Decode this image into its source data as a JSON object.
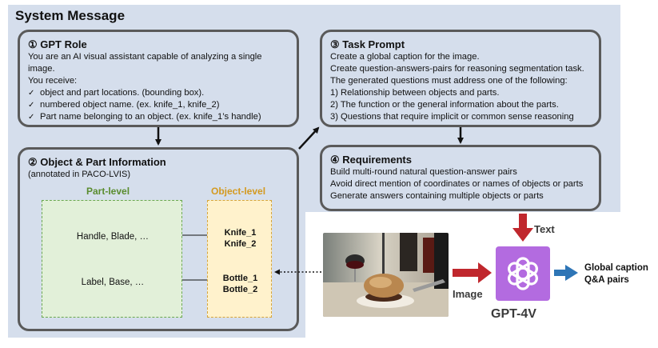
{
  "system_title": "System Message",
  "gpt_role": {
    "title": "① GPT Role",
    "intro": "You are an AI visual assistant capable of analyzing a single image.",
    "receive": "You receive:",
    "items": [
      "object and part locations. (bounding box).",
      "numbered object name. (ex. knife_1, knife_2)",
      "Part name belonging to an object. (ex. knife_1’s handle)"
    ]
  },
  "object_part": {
    "title": "② Object & Part Information",
    "subtitle": "(annotated in PACO-LVIS)",
    "part_level": "Part-level",
    "object_level": "Object-level",
    "parts": [
      "Handle, Blade, …",
      "Label, Base, …"
    ],
    "objects": [
      [
        "Knife_1",
        "Knife_2"
      ],
      [
        "Bottle_1",
        "Bottle_2"
      ]
    ]
  },
  "task_prompt": {
    "title": "③ Task Prompt",
    "lines": [
      "Create a global caption for the image.",
      "Create question-answers-pairs for reasoning segmentation task.",
      "The generated questions must address one of the following:",
      "1) Relationship between objects and parts.",
      "2) The function or the general information about the parts.",
      "3) Questions that require implicit or common sense reasoning"
    ]
  },
  "requirements": {
    "title": "④ Requirements",
    "lines": [
      "Build multi-round natural question-answer pairs",
      "Avoid direct mention of coordinates or names of objects or parts",
      "Generate answers containing multiple objects or parts"
    ]
  },
  "labels": {
    "text": "Text",
    "image": "Image",
    "gpt": "GPT-4V",
    "output_1": "Global caption",
    "output_2": "Q&A pairs"
  },
  "colors": {
    "background_panel": "#d5deec",
    "box_border": "#5a5a5a",
    "part_fill": "#e2f0d9",
    "part_label": "#5a8c2e",
    "object_fill": "#fff2cc",
    "object_label": "#d49a20",
    "arrow_red": "#c0272d",
    "arrow_blue": "#2e75b6",
    "gpt_bg": "#b36be0"
  },
  "icons": [
    "gpt-logo-icon",
    "checkmark-icon"
  ]
}
